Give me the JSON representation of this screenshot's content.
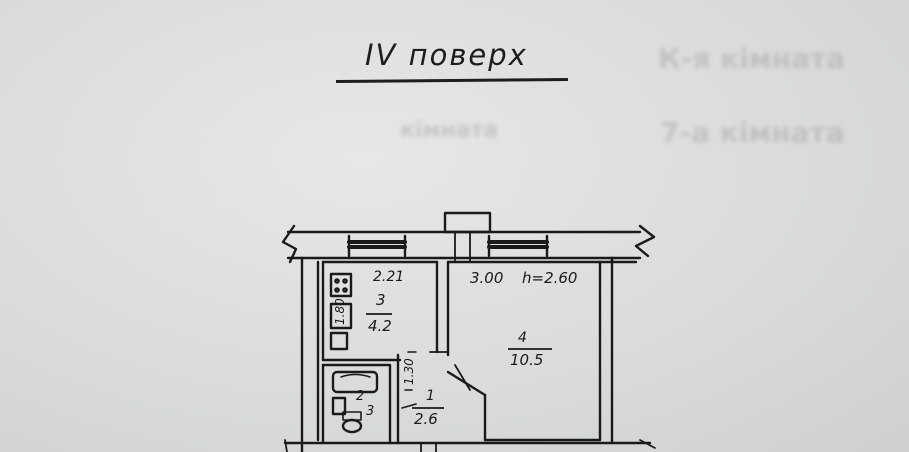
{
  "title": "IV поверх",
  "rooms": [
    {
      "id": "kitchen",
      "number": "3",
      "area": "4.2"
    },
    {
      "id": "living",
      "number": "4",
      "area": "10.5"
    },
    {
      "id": "corridor",
      "number": "1",
      "area": "2.6"
    },
    {
      "id": "bathroom",
      "number": "2",
      "area": "3"
    }
  ],
  "dimensions": {
    "kitchen_width": "2.21",
    "living_width": "3.00",
    "ceiling_height": "h=2.60",
    "hall_width": "1.30",
    "kitchen_side": "1.80"
  },
  "background_text": [
    "К-я кімната",
    "7-а кімната",
    "кімната"
  ],
  "colors": {
    "paper": "#d9dcdb",
    "ink": "#1a1a1a"
  }
}
